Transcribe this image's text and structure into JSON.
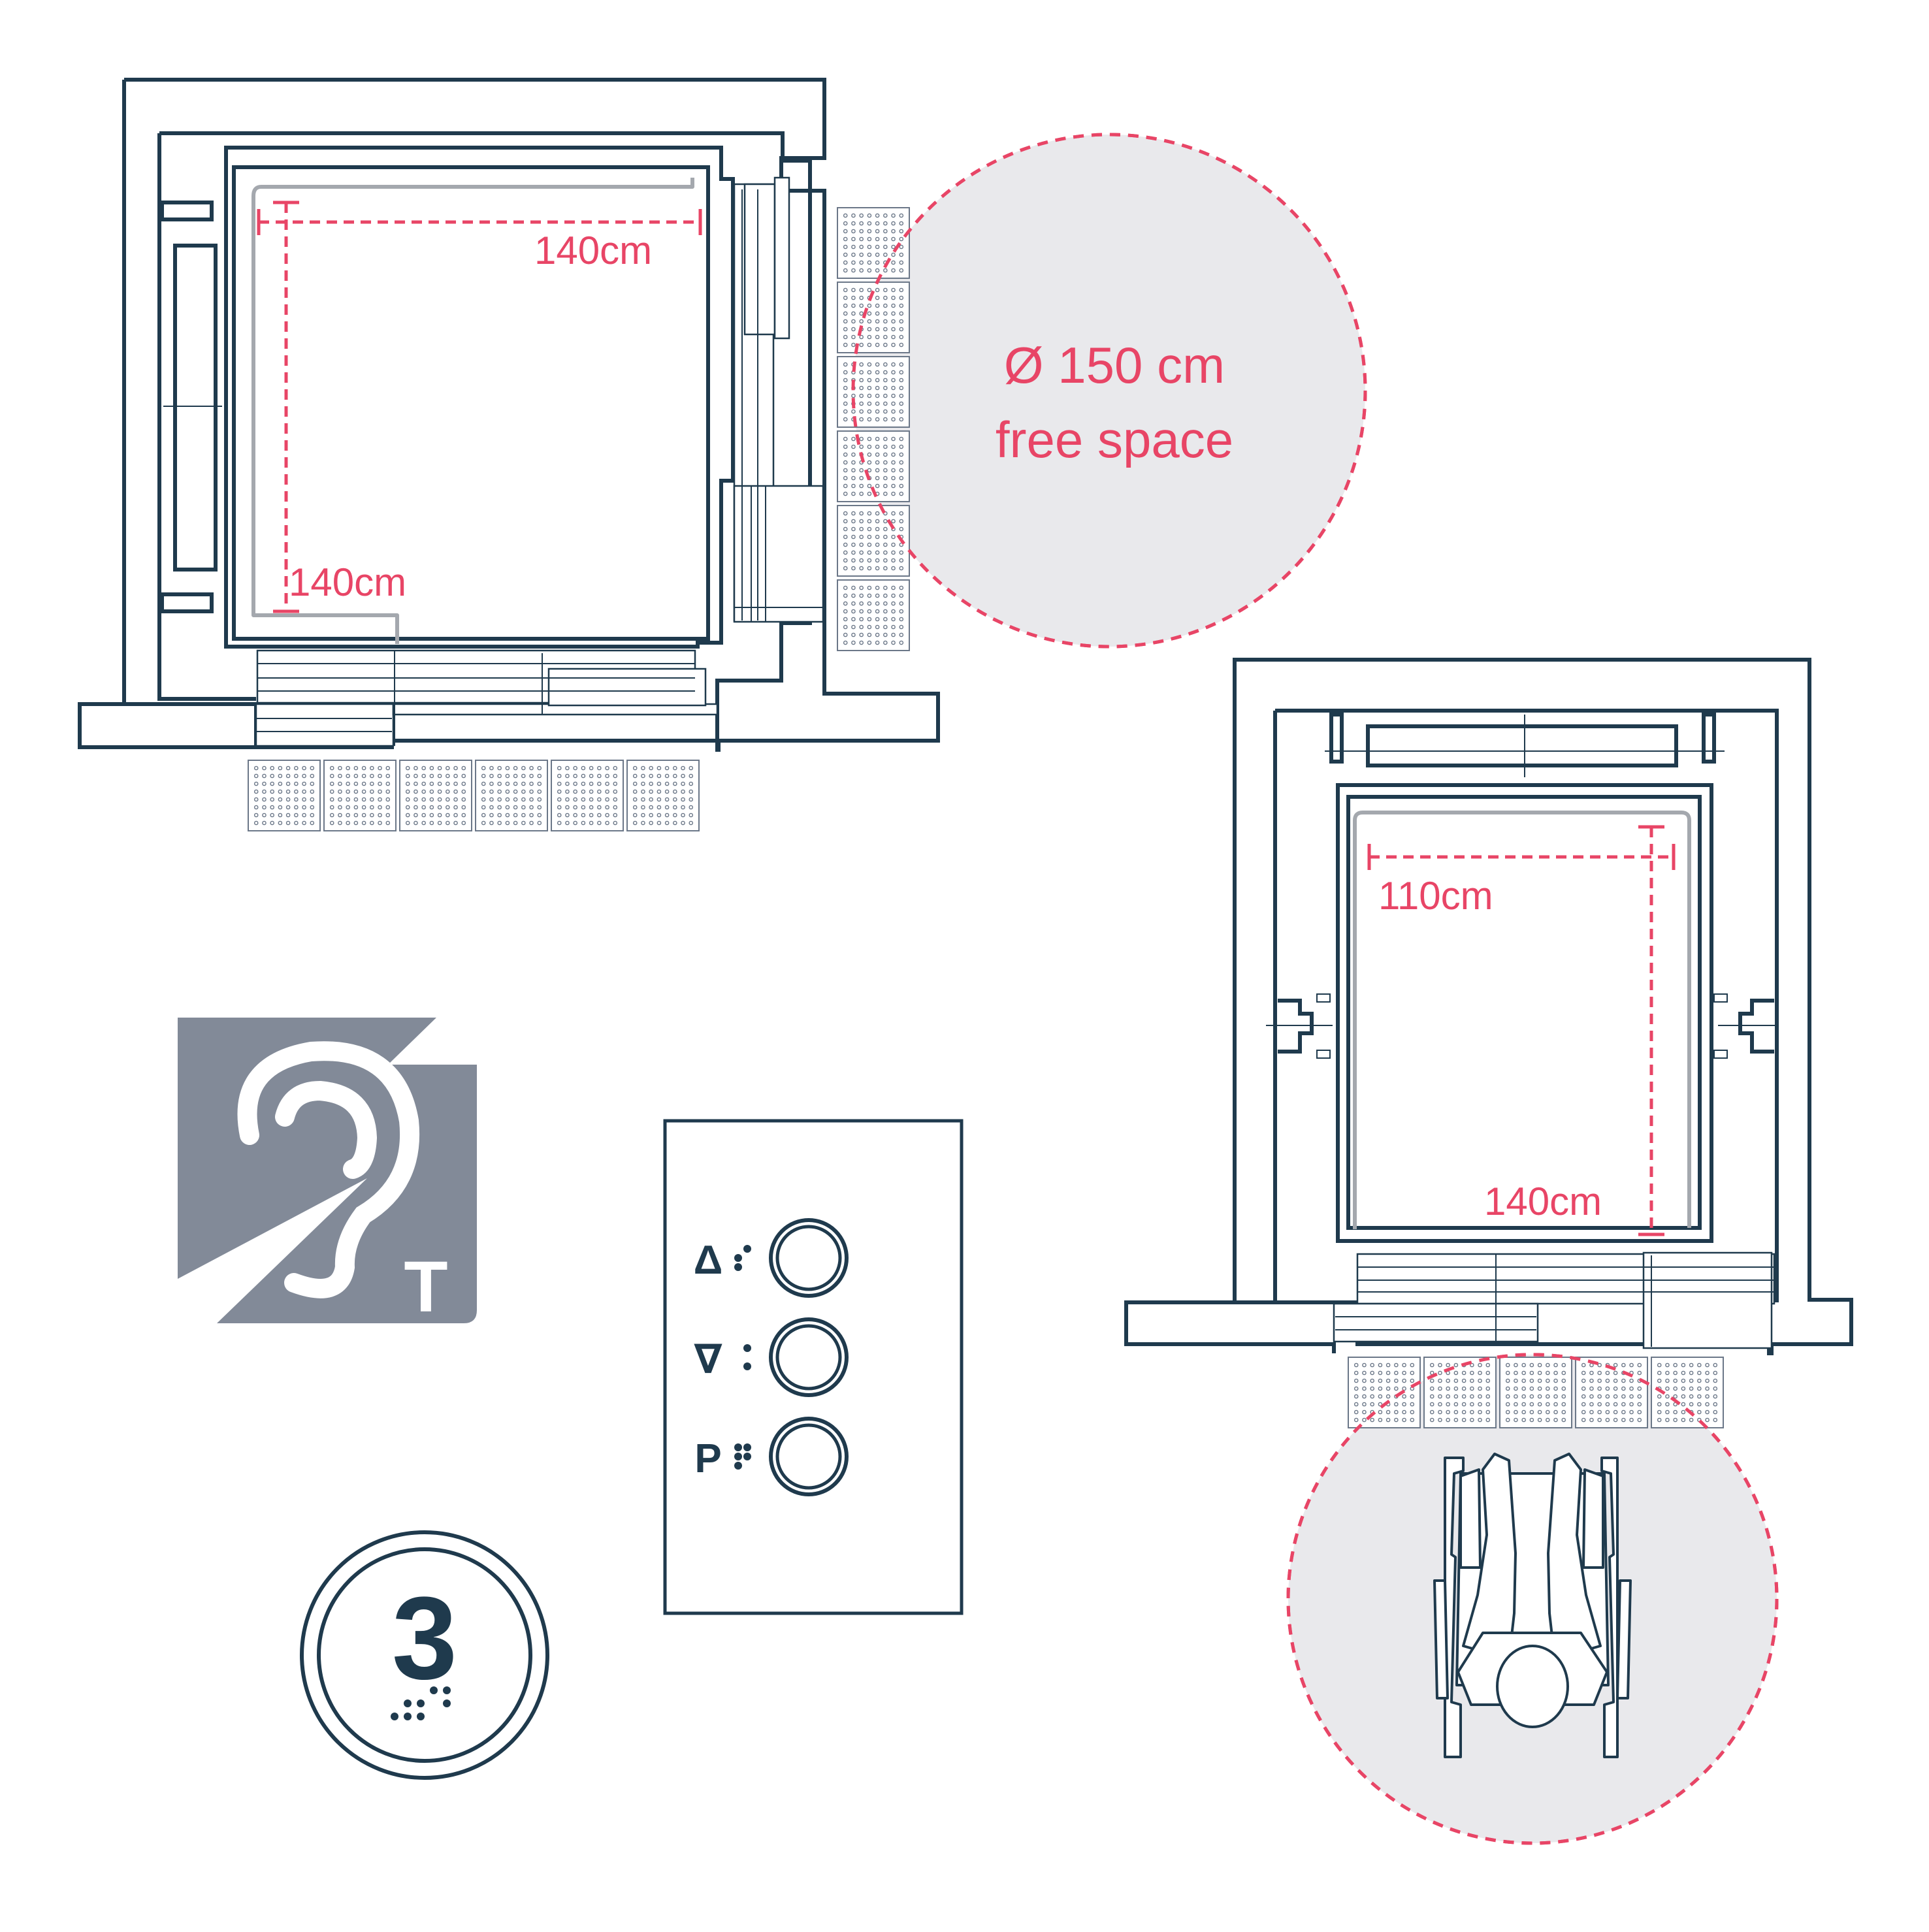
{
  "colors": {
    "navy": "#1f3a4d",
    "dimension_pink": "#e84566",
    "free_space_fill": "#e9e9ec",
    "handrail_grey": "#a4a8ae",
    "hearing_sign_grey": "#828a98"
  },
  "plan_large": {
    "width_label": "140cm",
    "depth_label": "140cm",
    "free_space_line1": "Ø 150 cm",
    "free_space_line2": "free space"
  },
  "plan_small": {
    "width_label": "110cm",
    "depth_label": "140cm"
  },
  "hearing_loop_sign": {
    "icon": "ear-icon",
    "letter": "T"
  },
  "call_panel": {
    "buttons": [
      {
        "symbol": "Δ",
        "icon": "up-triangle-icon"
      },
      {
        "symbol": "∇",
        "icon": "down-triangle-icon"
      },
      {
        "symbol": "P",
        "icon": "parking-letter"
      }
    ]
  },
  "floor_button": {
    "number": "3"
  }
}
